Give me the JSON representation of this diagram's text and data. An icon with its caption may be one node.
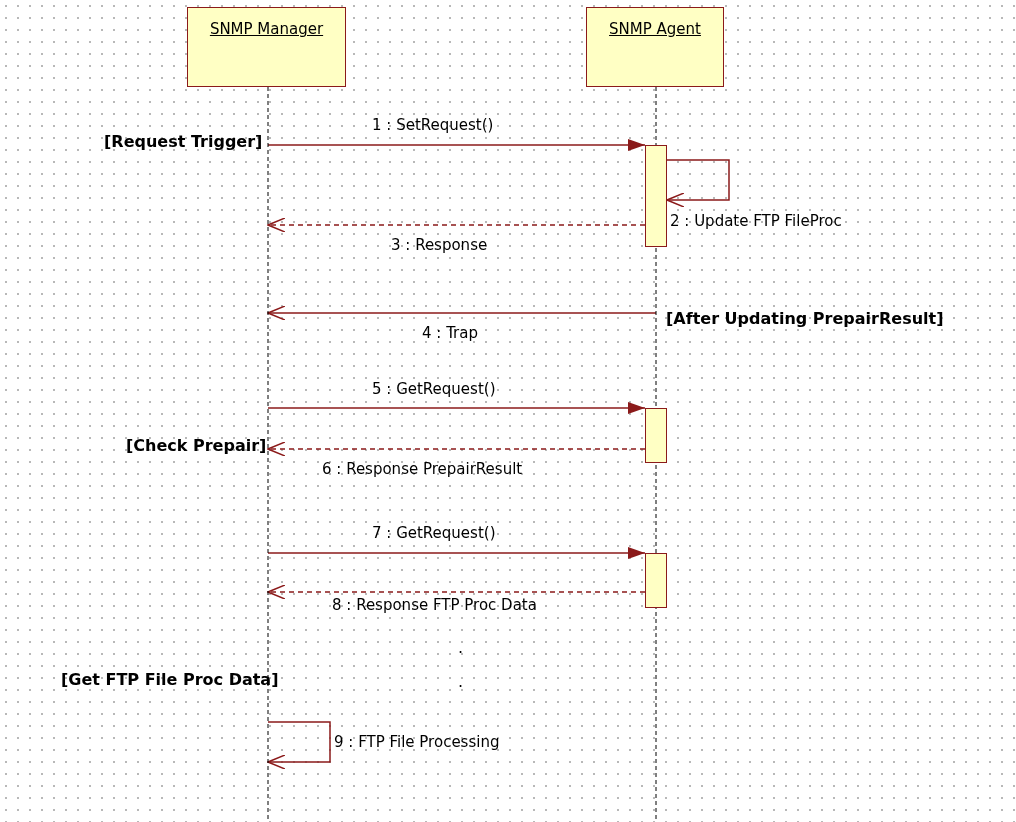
{
  "diagram": {
    "nodes": [
      {
        "text": [
          "SNMP Manager"
        ]
      },
      {
        "text": [
          "SNMP Agent"
        ]
      },
      {
        "text": [],
        "shape": "bar",
        "in": 1
      },
      {
        "text": [],
        "shape": "bar",
        "in": 1
      },
      {
        "text": [],
        "shape": "bar",
        "in": 1
      }
    ],
    "edges": [
      {
        "from": 0,
        "to": 2,
        "arrow": "to",
        "label": "1 : SetRequest()"
      },
      {
        "from": 2,
        "to": 2,
        "arrow": "to",
        "label": "2 : Update FTP FileProc"
      },
      {
        "from": 2,
        "to": 0,
        "arrow": "to",
        "label": "3 : Response",
        "style": "dashed"
      },
      {
        "from": 1,
        "to": 0,
        "arrow": "to",
        "label": "4 : Trap"
      },
      {
        "from": 0,
        "to": 3,
        "arrow": "to",
        "label": "5 : GetRequest()"
      },
      {
        "from": 3,
        "to": 0,
        "arrow": "to",
        "label": "6 : Response PrepairResult",
        "style": "dashed"
      },
      {
        "from": 0,
        "to": 4,
        "arrow": "to",
        "label": "7 : GetRequest()"
      },
      {
        "from": 4,
        "to": 0,
        "arrow": "to",
        "label": "8 : Response FTP Proc Data",
        "style": "dashed"
      },
      {
        "from": 0,
        "to": 0,
        "arrow": "to",
        "label": "9 : FTP File Processing"
      }
    ],
    "labels": [
      "[Request Trigger]",
      "[After Updating PrepairResult]",
      "[Check Prepair]",
      ".",
      "[Get FTP File Proc Data]",
      "."
    ]
  }
}
